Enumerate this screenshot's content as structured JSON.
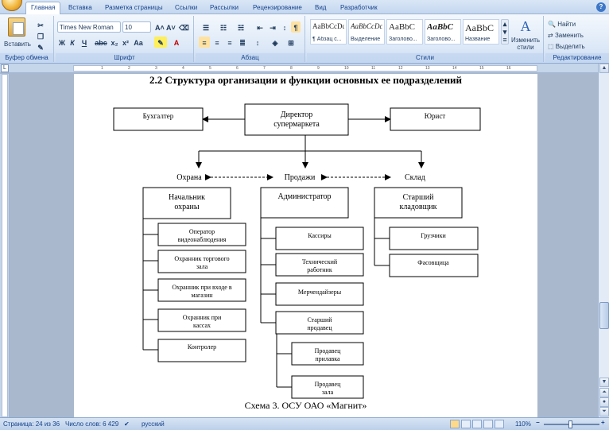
{
  "tabs": [
    {
      "label": "Главная",
      "active": true
    },
    {
      "label": "Вставка"
    },
    {
      "label": "Разметка страницы"
    },
    {
      "label": "Ссылки"
    },
    {
      "label": "Рассылки"
    },
    {
      "label": "Рецензирование"
    },
    {
      "label": "Вид"
    },
    {
      "label": "Разработчик"
    }
  ],
  "ribbon": {
    "clipboard": {
      "label": "Буфер обмена",
      "paste": "Вставить"
    },
    "font": {
      "label": "Шрифт",
      "family": "Times New Roman",
      "size": "10"
    },
    "paragraph": {
      "label": "Абзац"
    },
    "styles": {
      "label": "Стили",
      "items": [
        {
          "sample": "AaBbCcDc",
          "name": "¶ Абзац с..."
        },
        {
          "sample": "AaBbCcDc",
          "name": "Выделение"
        },
        {
          "sample": "AaBbC",
          "name": "Заголово..."
        },
        {
          "sample": "AaBbC",
          "name": "Заголово..."
        },
        {
          "sample": "AaBbC",
          "name": "Название"
        }
      ],
      "change_styles": "Изменить стили"
    },
    "editing": {
      "label": "Редактирование",
      "find": "Найти",
      "replace": "Заменить",
      "select": "Выделить"
    }
  },
  "document": {
    "heading": "2.2 Структура организации и функции основных ее подразделений",
    "caption": "Схема 3. ОСУ ОАО «Магнит»",
    "org": {
      "director": [
        "Директор",
        "супермаркета"
      ],
      "accountant": "Бухгалтер",
      "lawyer": "Юрист",
      "divisions": [
        "Охрана",
        "Продажи",
        "Склад"
      ],
      "security_head": [
        "Начальник",
        "охраны"
      ],
      "security_staff": [
        [
          "Оператор",
          "видеонаблюдения"
        ],
        [
          "Охранник торгового",
          "зала"
        ],
        [
          "Охранник при входе в",
          "магазин"
        ],
        [
          "Охранник при",
          "кассах"
        ],
        [
          "Контролер"
        ]
      ],
      "admin": "Администратор",
      "sales_staff": [
        [
          "Кассиры"
        ],
        [
          "Технический",
          "работник"
        ],
        [
          "Мерчендайзеры"
        ],
        [
          "Старший",
          "продавец"
        ]
      ],
      "senior_staff": [
        [
          "Продавец",
          "прилавка"
        ],
        [
          "Продавец",
          "зала"
        ]
      ],
      "storekeeper": [
        "Старший",
        "кладовщик"
      ],
      "warehouse_staff": [
        [
          "Грузчики"
        ],
        [
          "Фасовщица"
        ]
      ]
    }
  },
  "status": {
    "page": "Страница: 24 из 36",
    "words": "Число слов: 6 429",
    "language": "русский",
    "zoom": "110%"
  }
}
